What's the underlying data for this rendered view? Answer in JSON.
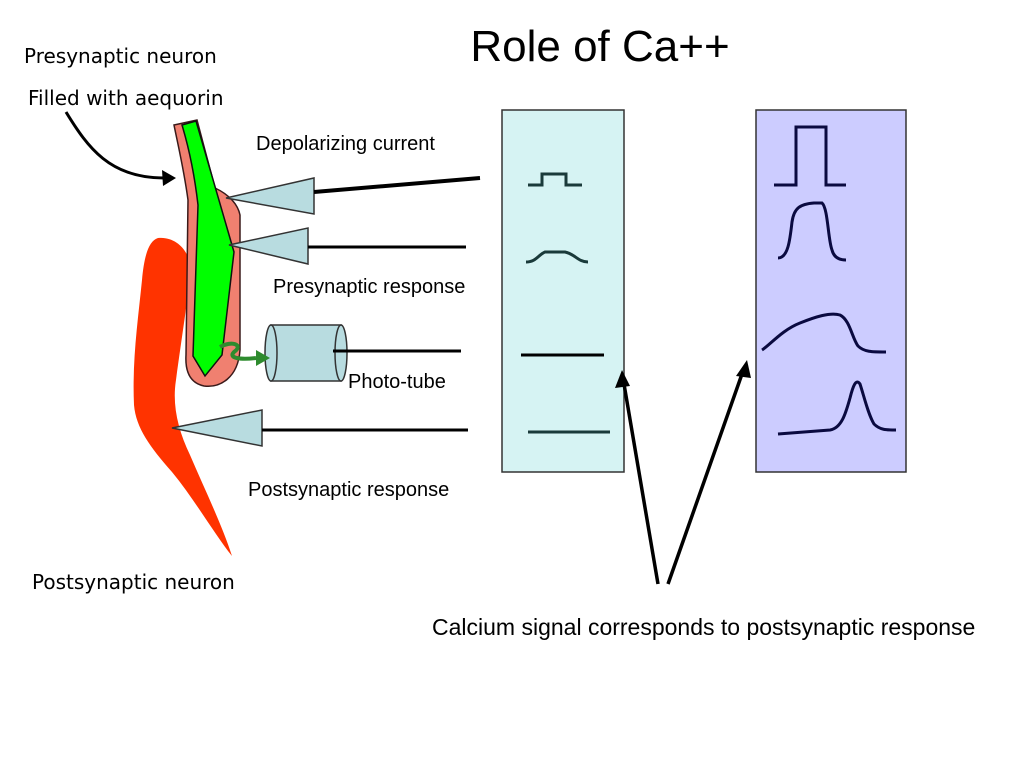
{
  "title": "Role of Ca++",
  "labels": {
    "presynaptic_neuron": "Presynaptic neuron",
    "filled_with_aequorin": "Filled with aequorin",
    "depolarizing_current": "Depolarizing current",
    "presynaptic_response": "Presynaptic response",
    "photo_tube": "Photo-tube",
    "postsynaptic_response": "Postsynaptic response",
    "postsynaptic_neuron": "Postsynaptic neuron"
  },
  "caption": "Calcium signal corresponds to postsynaptic response",
  "colors": {
    "presynaptic_fill": "#f08070",
    "aequorin_fill": "#00ff00",
    "postsynaptic_fill": "#ff3300",
    "electrode_fill": "#b8dce0",
    "phototube_fill": "#b8dce0",
    "panel_small": "#d6f3f3",
    "panel_large": "#ccccff",
    "trace_small": "#1a3a3a",
    "trace_large": "#0a0a40",
    "light_arrow": "#2e8b2e"
  }
}
